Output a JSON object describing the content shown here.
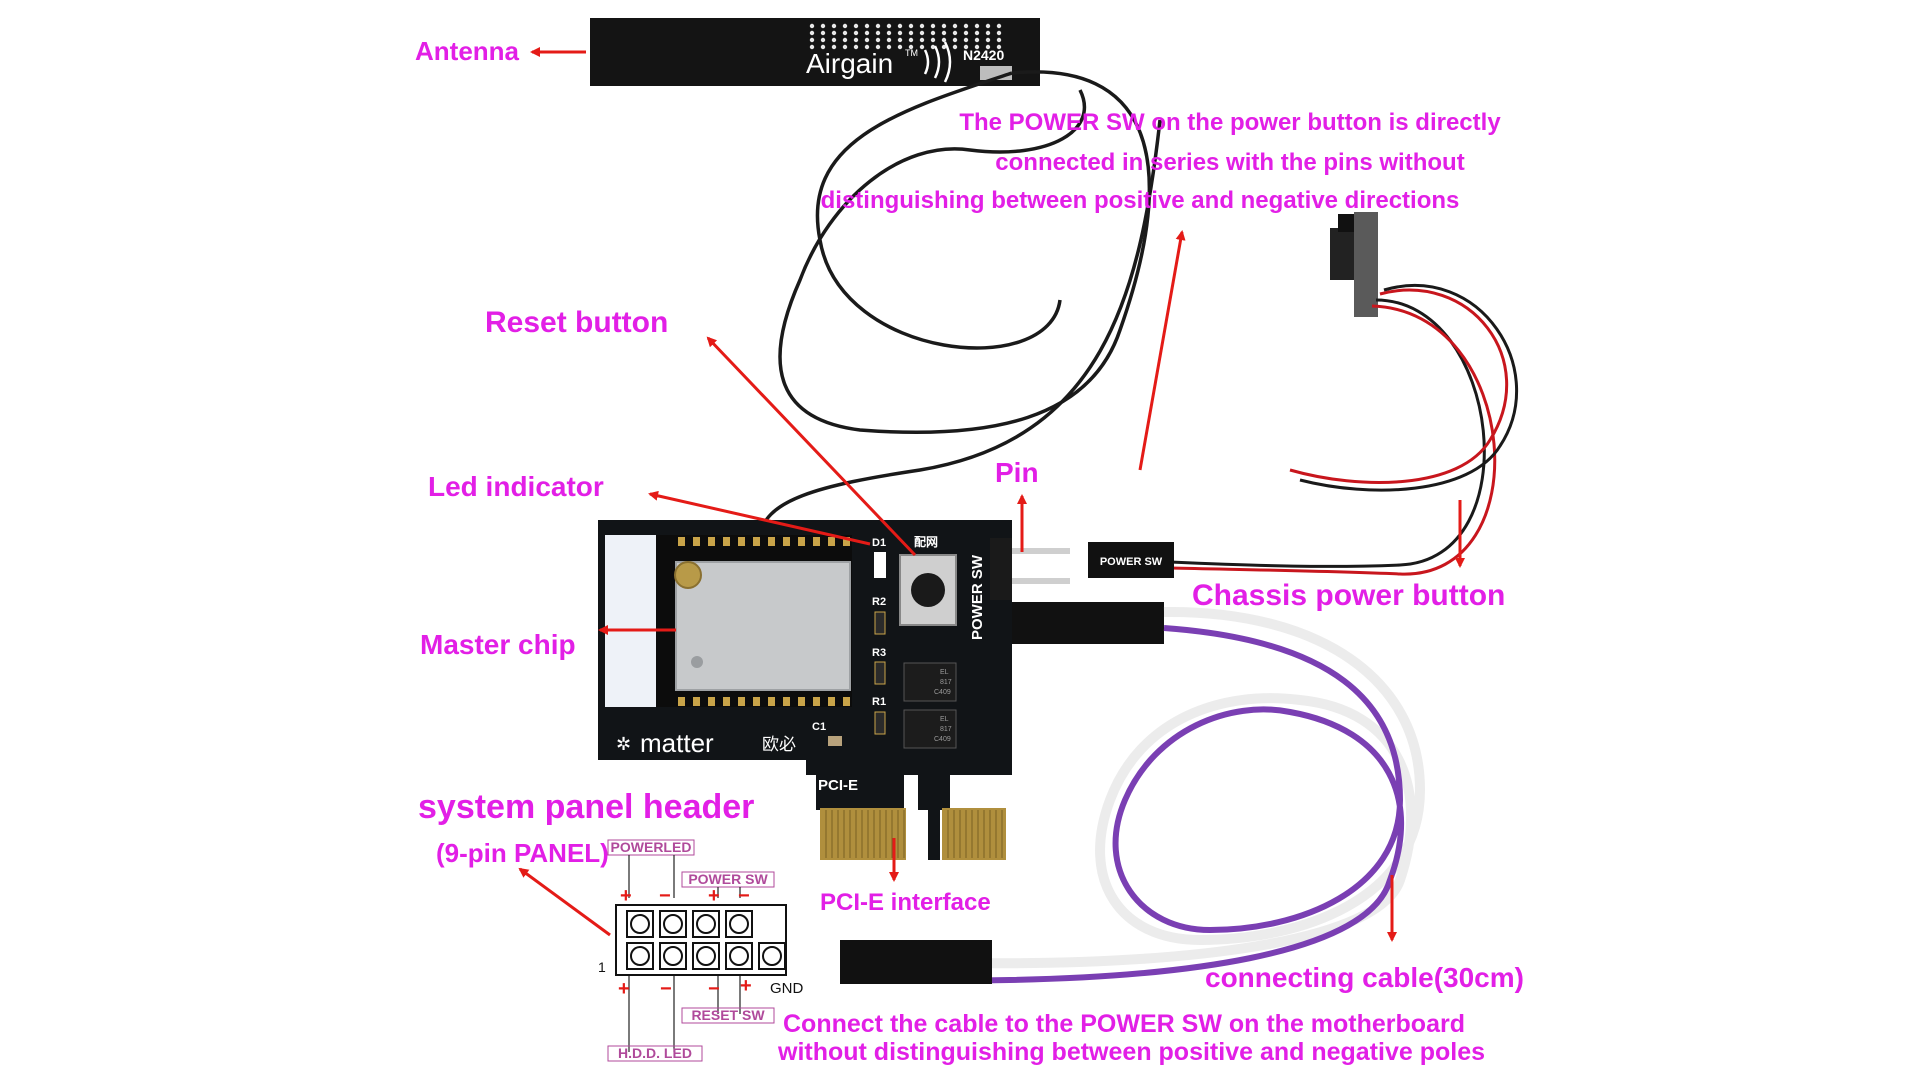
{
  "labels": {
    "antenna": "Antenna",
    "power_sw_note": [
      "The POWER SW on the power button is directly",
      "connected in series with the pins without",
      "distinguishing between positive and negative directions"
    ],
    "reset_button": "Reset button",
    "led_indicator": "Led indicator",
    "pin": "Pin",
    "master_chip": "Master chip",
    "chassis_power_button": "Chassis power button",
    "system_panel_header": "system panel header",
    "nine_pin_panel": "(9-pin PANEL)",
    "pcie_interface": "PCI-E interface",
    "connecting_cable": "connecting cable(30cm)",
    "connect_note": [
      "Connect the cable to the POWER SW on the motherboard",
      "without distinguishing between positive and negative poles"
    ]
  },
  "antenna_print": {
    "brand": "Airgain",
    "tm": "TM",
    "model": "N2420"
  },
  "board_print": {
    "d1": "D1",
    "r1": "R1",
    "r2": "R2",
    "r3": "R3",
    "c1": "C1",
    "power_sw": "POWER SW",
    "peiwang": "配网",
    "matter": "matter",
    "oubi": "欧必",
    "pcie": "PCI-E",
    "ic1": [
      "EL",
      "817",
      "C409"
    ],
    "ic2": [
      "EL",
      "817",
      "C409"
    ]
  },
  "switch_connector": "POWER SW",
  "header_diagram": {
    "powerled": "POWERLED",
    "power_sw": "POWER SW",
    "reset_sw": "RESET SW",
    "hdd_led": "H.D.D. LED",
    "gnd": "GND",
    "pin1": "1",
    "plus": "+",
    "minus": "−"
  },
  "colors": {
    "label": "#e21fe6",
    "arrow": "#e41b17",
    "pcb": "#111417",
    "cable_purple": "#7a3fb3",
    "wire_red": "#c8161d"
  }
}
